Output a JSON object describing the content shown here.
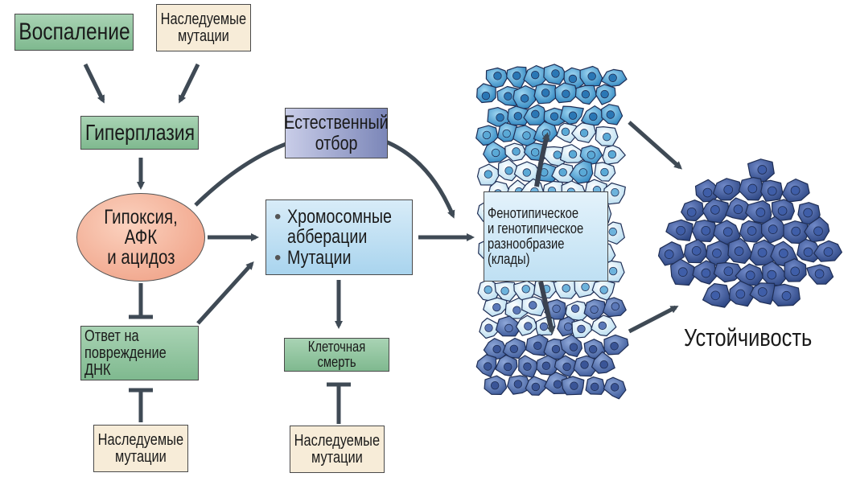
{
  "nodes": {
    "inflammation": "Воспаление",
    "inherited_top": [
      "Наследуемые",
      "мутации"
    ],
    "hyperplasia": "Гиперплазия",
    "hypoxia": [
      "Гипоксия, АФК",
      "и ацидоз"
    ],
    "natural_selection": [
      "Естественный",
      "отбор"
    ],
    "aberrations": [
      "Хромосомные",
      "абберации"
    ],
    "mutations": "Мутации",
    "dna_response": [
      "Ответ на",
      "повреждение ДНК"
    ],
    "cell_death": "Клеточная смерть",
    "inherited_left": [
      "Наследуемые",
      "мутации"
    ],
    "inherited_mid": [
      "Наследуемые",
      "мутации"
    ],
    "diversity": [
      "Фенотипическое",
      "и генотипическое",
      "разнообразие",
      "(клады)"
    ],
    "resistance": "Устойчивость"
  },
  "colors": {
    "green_box": "#8fc49e",
    "beige_box": "#f7ecd8",
    "light_blue_box": "#bfe0f3",
    "selection_box": "#9aa3cc",
    "ellipse": "#f2a98f",
    "arrow": "#3f4a55",
    "cell_dark": "#3d5a9a",
    "cell_mid": "#4a9fd0",
    "cell_light": "#bfe3f5"
  }
}
